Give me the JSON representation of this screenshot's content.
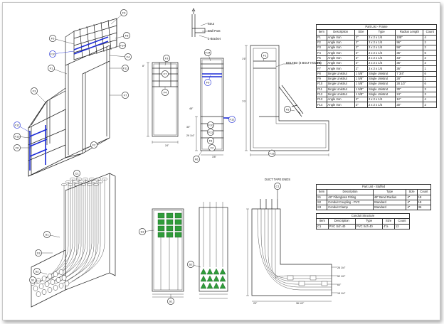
{
  "frame_table": {
    "title": "Part List - Frame",
    "headers": [
      "Item",
      "Description",
      "Size",
      "Type",
      "Radius Length",
      "Count"
    ],
    "rows": [
      [
        "F1",
        "Angle Iron",
        "2\"",
        "2 x 2 x 1/4",
        "108\"",
        "4"
      ],
      [
        "F2",
        "Angle Iron",
        "2\"",
        "2 x 2 x 1/4",
        "96\"",
        "2"
      ],
      [
        "F3",
        "Angle Iron",
        "2\"",
        "2 x 2 x 1/4",
        "58\"",
        "2"
      ],
      [
        "F4",
        "Angle Iron",
        "2\"",
        "2 x 2 x 1/4",
        "36\"",
        "6"
      ],
      [
        "F5",
        "Angle Iron",
        "2\"",
        "2 x 2 x 1/4",
        "43\"",
        "2"
      ],
      [
        "F6",
        "Angle Iron",
        "2\"",
        "2 x 2 x 1/4",
        "36\"",
        "2"
      ],
      [
        "F7",
        "Angle Iron",
        "2\"",
        "2 x 2 x 1/4",
        "36\"",
        "1"
      ],
      [
        "F8",
        "Single Unistrut",
        "1 5/8\"",
        "Single Unistrut",
        "7 3/4\"",
        "6"
      ],
      [
        "F9",
        "Single Unistrut",
        "1 5/8\"",
        "Single Unistrut",
        "28\"",
        "1"
      ],
      [
        "F10",
        "Single Unistrut",
        "1 5/8\"",
        "Single Unistrut",
        "28 1/2\"",
        "6"
      ],
      [
        "F11",
        "Single Unistrut",
        "1 5/8\"",
        "Single Unistrut",
        "30\"",
        "3"
      ],
      [
        "F12",
        "Single Unistrut",
        "1 5/8\"",
        "Single Unistrut",
        "24\"",
        "3"
      ],
      [
        "F13",
        "Angle Iron",
        "2\"",
        "2 x 2 x 1/4",
        "12\"",
        "4"
      ],
      [
        "F14",
        "Angle Iron",
        "2\"",
        "2 x 2 x 1/4",
        "30\"",
        "2"
      ]
    ]
  },
  "stuffed_table": {
    "title": "Part List - Stuffed",
    "headers": [
      "Item",
      "Description",
      "Type",
      "Size",
      "Count"
    ],
    "rows": [
      [
        "S1",
        "48\" Fiberglass Fitting",
        "48\" Bend Radius",
        "4\"",
        "18"
      ],
      [
        "S2",
        "Conduit Coupling - PVC",
        "Standard",
        "4\"",
        "18"
      ],
      [
        "S3",
        "Conduit Clamp",
        "Standard",
        "4\"",
        "36"
      ]
    ]
  },
  "conduit_table": {
    "title": "Conduit Structure",
    "headers": [
      "Item",
      "Description",
      "Type",
      "Size",
      "Count"
    ],
    "rows": [
      [
        "C1",
        "PVC Sch 40",
        "PVC Sch 40",
        "4\"a",
        "12"
      ]
    ]
  },
  "labels": {
    "strut": "Strut",
    "wall_post": "Wall Post",
    "l_bracket": "L-Bracket",
    "bolted": "BOLTED (4 BOLT HOLES)",
    "duct_tape": "DUCT TAPE ENDS"
  },
  "balloons_frame_iso": [
    "F9",
    "F8",
    "F5",
    "F14",
    "F10",
    "F4",
    "F3",
    "F1",
    "F11",
    "F7",
    "F13",
    "F12",
    "F2",
    "F6"
  ],
  "balloons_frame_views": [
    "F3",
    "F7",
    "F4",
    "F14",
    "F9",
    "F12",
    "F10",
    "F11",
    "F8",
    "F2",
    "F6",
    "F1",
    "F13",
    "F5"
  ],
  "balloons_stuffed": [
    "C1",
    "S1",
    "S3",
    "S2",
    "S1",
    "S3",
    "S2",
    "S1",
    "C1"
  ],
  "dims": [
    "8\"",
    "24\"",
    "30\"",
    "29 1/4\"",
    "48\"",
    "1'6\"",
    "3'8\"",
    "7'0\"",
    "10 1/2\"",
    "26 1/4\"",
    "52 1/2\"",
    "60\"",
    "15 1/4\"",
    "36 1/2\"",
    "20\""
  ]
}
